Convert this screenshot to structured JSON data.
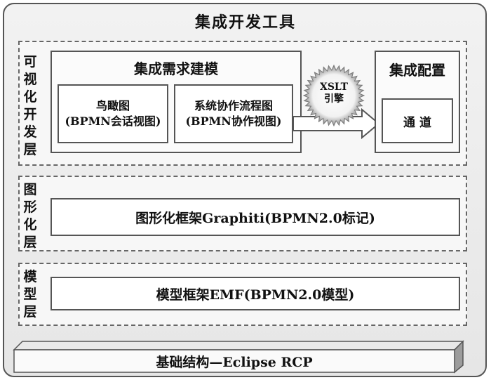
{
  "title": "集成开发工具",
  "visual_layer": {
    "label_chars": [
      "可",
      "视",
      "化",
      "开",
      "发",
      "层"
    ],
    "requirements_modeling": {
      "title": "集成需求建模",
      "birdseye": {
        "line1": "鸟瞰图",
        "line2": "(BPMN会话视图)"
      },
      "collab_flow": {
        "line1": "系统协作流程图",
        "line2": "(BPMN协作视图)"
      }
    },
    "xslt": {
      "line1": "XSLT",
      "line2": "引擎"
    },
    "config": {
      "title": "集成配置",
      "channel": "通 道"
    }
  },
  "graphic_layer": {
    "label_chars": [
      "图",
      "形",
      "化",
      "层"
    ],
    "framework": "图形化框架Graphiti(BPMN2.0标记)"
  },
  "model_layer": {
    "label_chars": [
      "模",
      "型",
      "层"
    ],
    "framework": "模型框架EMF(BPMN2.0模型)"
  },
  "foundation": "基础结构—Eclipse RCP"
}
